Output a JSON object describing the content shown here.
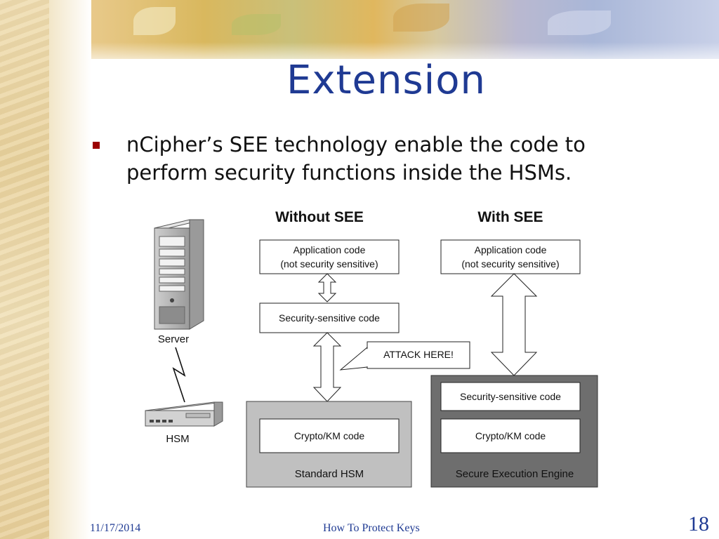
{
  "slide": {
    "title": "Extension",
    "bullet": "nCipher’s SEE technology enable the code to perform security functions inside the HSMs.",
    "footer": {
      "date": "11/17/2014",
      "center": "How To Protect Keys",
      "page": "18"
    }
  },
  "diagram": {
    "without_heading": "Without SEE",
    "with_heading": "With SEE",
    "server_label": "Server",
    "hsm_label": "HSM",
    "without": {
      "app_line1": "Application code",
      "app_line2": "(not security sensitive)",
      "security_code": "Security-sensitive code",
      "crypto_code": "Crypto/KM code",
      "container_label": "Standard HSM"
    },
    "with": {
      "app_line1": "Application code",
      "app_line2": "(not security sensitive)",
      "security_code": "Security-sensitive code",
      "crypto_code": "Crypto/KM code",
      "container_label": "Secure Execution Engine"
    },
    "attack_label": "ATTACK HERE!"
  },
  "colors": {
    "title": "#1f3a93",
    "bullet": "#9b0000",
    "standard_hsm_fill": "#c0c0c0",
    "see_fill": "#6e6e6e"
  }
}
